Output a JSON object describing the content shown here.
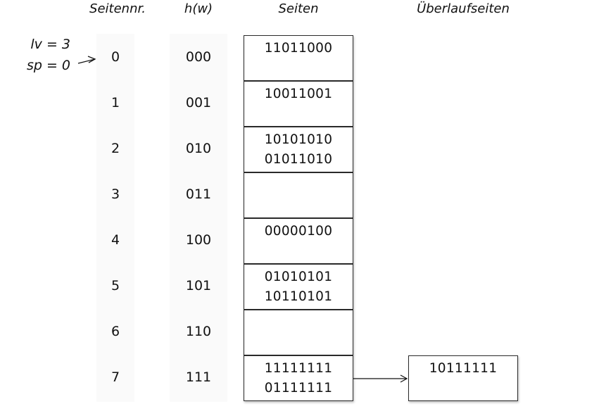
{
  "headers": {
    "page_number": "Seitennr.",
    "hash": "h(w)",
    "pages": "Seiten",
    "overflow_pages": "Überlaufseiten"
  },
  "annotation": {
    "lv": "lv = 3",
    "sp": "sp = 0"
  },
  "rows": [
    {
      "nr": "0",
      "hash": "000",
      "entries": [
        "11011000"
      ]
    },
    {
      "nr": "1",
      "hash": "001",
      "entries": [
        "10011001"
      ]
    },
    {
      "nr": "2",
      "hash": "010",
      "entries": [
        "10101010",
        "01011010"
      ]
    },
    {
      "nr": "3",
      "hash": "011",
      "entries": []
    },
    {
      "nr": "4",
      "hash": "100",
      "entries": [
        "00000100"
      ]
    },
    {
      "nr": "5",
      "hash": "101",
      "entries": [
        "01010101",
        "10110101"
      ]
    },
    {
      "nr": "6",
      "hash": "110",
      "entries": []
    },
    {
      "nr": "7",
      "hash": "111",
      "entries": [
        "11111111",
        "01111111"
      ]
    }
  ],
  "overflow": {
    "entries": [
      "10111111"
    ]
  }
}
